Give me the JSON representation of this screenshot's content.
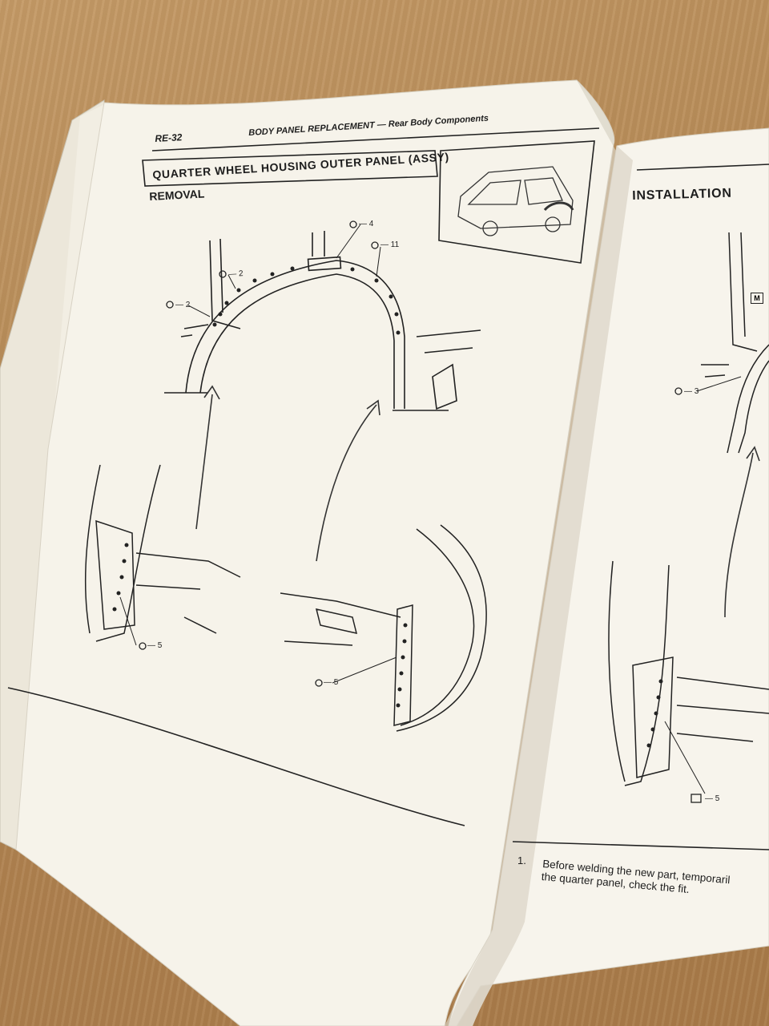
{
  "page_header": {
    "page_code": "RE-32",
    "title": "BODY PANEL REPLACEMENT — Rear Body Components"
  },
  "left_page": {
    "section_title": "QUARTER WHEEL HOUSING OUTER PANEL (ASSY)",
    "subsection": "REMOVAL",
    "callouts": [
      "— 2",
      "— 2",
      "— 4",
      "— 11",
      "— 5",
      "— 5"
    ]
  },
  "right_page": {
    "subsection": "INSTALLATION",
    "badge": "M",
    "callouts": [
      "— 3",
      "— 5"
    ],
    "step_number": "1.",
    "step_text": "Before welding the new part, temporaril\nthe quarter panel, check the fit."
  }
}
